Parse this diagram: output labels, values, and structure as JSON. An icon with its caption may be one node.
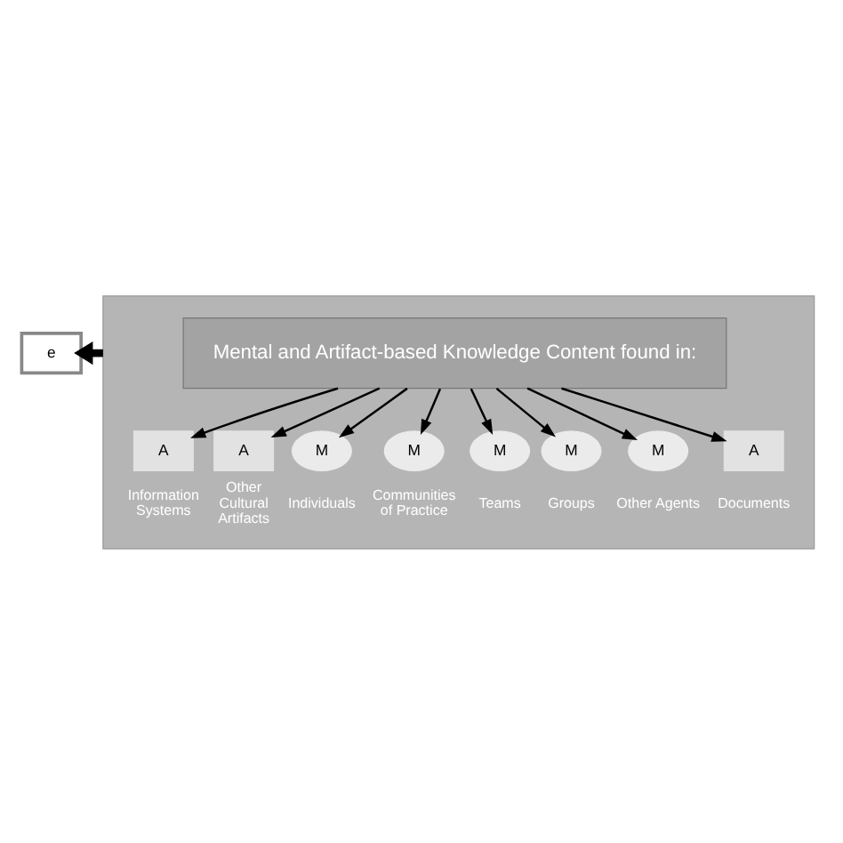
{
  "diagram": {
    "nodes": [
      {
        "text": [],
        "shape": "box"
      },
      {
        "text": [
          "e"
        ]
      },
      {
        "text": [
          "Mental and Artifact-based Knowledge Content found in:"
        ],
        "in": 0
      },
      {
        "text": [
          "A"
        ],
        "in": 0,
        "beside": [
          "Information Systems"
        ]
      },
      {
        "text": [
          "A"
        ],
        "in": 0,
        "beside": [
          "Other Cultural Artifacts"
        ]
      },
      {
        "text": [
          "M"
        ],
        "in": 0,
        "beside": [
          "Individuals"
        ]
      },
      {
        "text": [
          "M"
        ],
        "in": 0,
        "beside": [
          "Communities of Practice"
        ]
      },
      {
        "text": [
          "M"
        ],
        "in": 0,
        "beside": [
          "Teams"
        ]
      },
      {
        "text": [
          "M"
        ],
        "in": 0,
        "beside": [
          "Groups"
        ]
      },
      {
        "text": [
          "M"
        ],
        "in": 0,
        "beside": [
          "Other Agents"
        ]
      },
      {
        "text": [
          "A"
        ],
        "in": 0,
        "beside": [
          "Documents"
        ]
      }
    ],
    "edges": [
      {
        "from": 0,
        "to": 1,
        "arrow": "to",
        "style": "thick"
      },
      {
        "from": 2,
        "to": 3,
        "arrow": "to"
      },
      {
        "from": 2,
        "to": 4,
        "arrow": "to"
      },
      {
        "from": 2,
        "to": 5,
        "arrow": "to"
      },
      {
        "from": 2,
        "to": 6,
        "arrow": "to"
      },
      {
        "from": 2,
        "to": 7,
        "arrow": "to"
      },
      {
        "from": 2,
        "to": 8,
        "arrow": "to"
      },
      {
        "from": 2,
        "to": 9,
        "arrow": "to"
      },
      {
        "from": 2,
        "to": 10,
        "arrow": "to"
      }
    ]
  }
}
